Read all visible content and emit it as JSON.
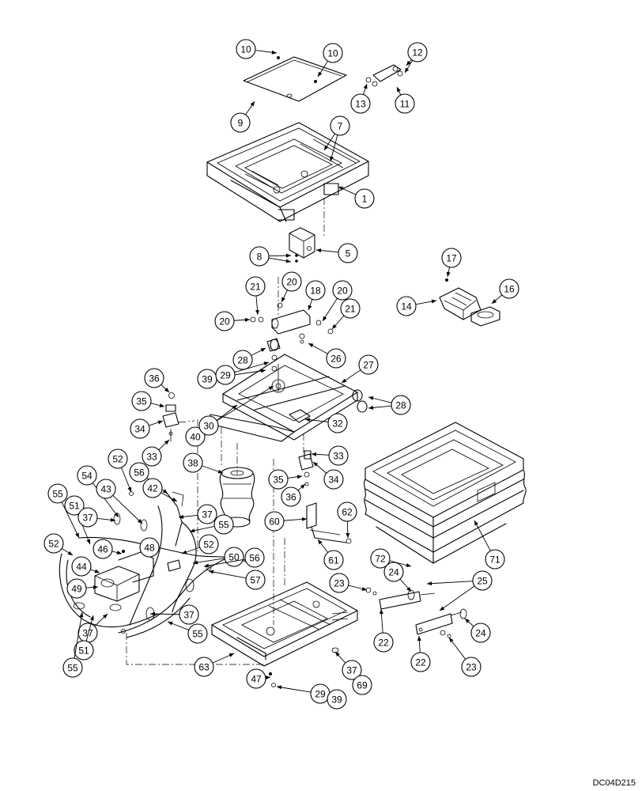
{
  "drawing_code": "DC04D215",
  "callouts": [
    {
      "label": "10",
      "target": "cover-screw-left"
    },
    {
      "label": "10",
      "target": "cover-screw-right"
    },
    {
      "label": "9",
      "target": "seat-cover-plate"
    },
    {
      "label": "12",
      "target": "bracket-screw"
    },
    {
      "label": "13",
      "target": "bracket-nut"
    },
    {
      "label": "11",
      "target": "small-bracket"
    },
    {
      "label": "7",
      "target": "seat-slide-rails"
    },
    {
      "label": "1",
      "target": "upper-seat-frame"
    },
    {
      "label": "5",
      "target": "mounting-block"
    },
    {
      "label": "8",
      "target": "block-fasteners"
    },
    {
      "label": "17",
      "target": "lever-screw"
    },
    {
      "label": "16",
      "target": "lever-knob"
    },
    {
      "label": "14",
      "target": "adjust-lever"
    },
    {
      "label": "21",
      "target": "pivot-bolt-left"
    },
    {
      "label": "20",
      "target": "washer-top"
    },
    {
      "label": "18",
      "target": "pivot-tube"
    },
    {
      "label": "20",
      "target": "washer-right"
    },
    {
      "label": "21",
      "target": "pivot-bolt-right"
    },
    {
      "label": "20",
      "target": "washer-left"
    },
    {
      "label": "26",
      "target": "pivot-spacer"
    },
    {
      "label": "28",
      "target": "roller-left"
    },
    {
      "label": "27",
      "target": "scissor-arm"
    },
    {
      "label": "39",
      "target": "nut-upper"
    },
    {
      "label": "29",
      "target": "bolt-upper"
    },
    {
      "label": "28",
      "target": "rollers-right"
    },
    {
      "label": "36",
      "target": "cap-left"
    },
    {
      "label": "35",
      "target": "bushing-left"
    },
    {
      "label": "34",
      "target": "damper-mount-left"
    },
    {
      "label": "33",
      "target": "pin-left"
    },
    {
      "label": "40",
      "target": "shaft"
    },
    {
      "label": "30",
      "target": "cross-tube"
    },
    {
      "label": "32",
      "target": "lower-link"
    },
    {
      "label": "38",
      "target": "air-spring"
    },
    {
      "label": "33",
      "target": "pin-right"
    },
    {
      "label": "35",
      "target": "bushing-right"
    },
    {
      "label": "34",
      "target": "damper-mount-right"
    },
    {
      "label": "36",
      "target": "cap-right"
    },
    {
      "label": "52",
      "target": "hose-a"
    },
    {
      "label": "54",
      "target": "fitting"
    },
    {
      "label": "56",
      "target": "connector-top"
    },
    {
      "label": "42",
      "target": "valve"
    },
    {
      "label": "43",
      "target": "tee-fitting"
    },
    {
      "label": "55",
      "target": "clamp-left"
    },
    {
      "label": "51",
      "target": "tie-left"
    },
    {
      "label": "37",
      "target": "clip-left"
    },
    {
      "label": "37",
      "target": "clip-center"
    },
    {
      "label": "55",
      "target": "clamp-center"
    },
    {
      "label": "60",
      "target": "height-rod"
    },
    {
      "label": "62",
      "target": "rod-nut"
    },
    {
      "label": "61",
      "target": "rod-link"
    },
    {
      "label": "71",
      "target": "bellows-boot"
    },
    {
      "label": "52",
      "target": "hose-b"
    },
    {
      "label": "46",
      "target": "compressor-screw"
    },
    {
      "label": "48",
      "target": "compressor-nut"
    },
    {
      "label": "52",
      "target": "hose-c"
    },
    {
      "label": "50",
      "target": "switch"
    },
    {
      "label": "56",
      "target": "connector-right"
    },
    {
      "label": "44",
      "target": "compressor"
    },
    {
      "label": "57",
      "target": "harness"
    },
    {
      "label": "49",
      "target": "compressor-bracket"
    },
    {
      "label": "72",
      "target": "boot-screw"
    },
    {
      "label": "24",
      "target": "damper-end-top"
    },
    {
      "label": "25",
      "target": "shock-absorbers"
    },
    {
      "label": "23",
      "target": "damper-bolt-left"
    },
    {
      "label": "37",
      "target": "clip-bottom-left"
    },
    {
      "label": "37",
      "target": "clip-bottom-center"
    },
    {
      "label": "55",
      "target": "clamp-bottom"
    },
    {
      "label": "51",
      "target": "tie-bottom"
    },
    {
      "label": "55",
      "target": "clamp-lowest"
    },
    {
      "label": "22",
      "target": "damper-upper"
    },
    {
      "label": "24",
      "target": "damper-end-bottom"
    },
    {
      "label": "22",
      "target": "damper-lower"
    },
    {
      "label": "23",
      "target": "damper-bolt-right"
    },
    {
      "label": "63",
      "target": "base-frame"
    },
    {
      "label": "37",
      "target": "clip-base"
    },
    {
      "label": "69",
      "target": "base-clip"
    },
    {
      "label": "47",
      "target": "base-nut"
    },
    {
      "label": "29",
      "target": "base-bolt"
    },
    {
      "label": "39",
      "target": "base-washer"
    }
  ]
}
